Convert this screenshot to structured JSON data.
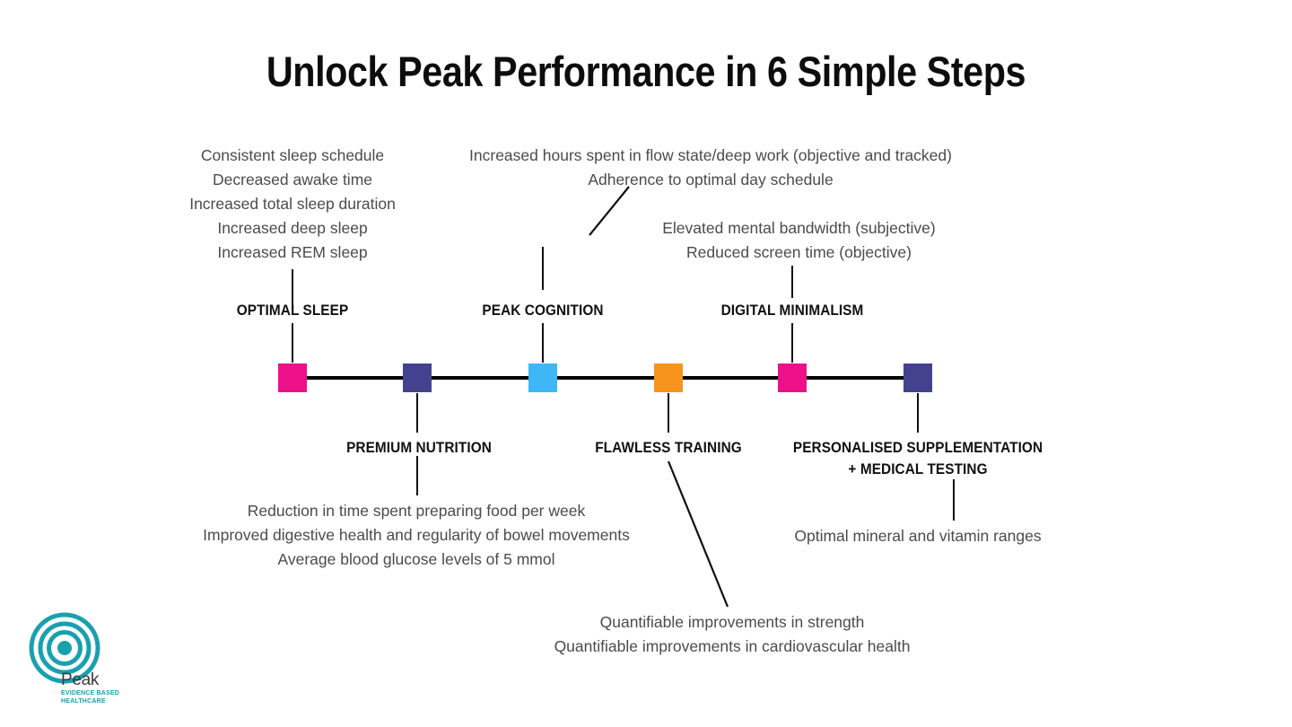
{
  "page": {
    "title": "Unlock Peak Performance in 6 Simple Steps",
    "background_color": "#ffffff",
    "axis_color": "#000000",
    "body_text_color": "#4b4b4b",
    "heading_text_color": "#0d0d0d"
  },
  "chart_data": {
    "type": "timeline",
    "title": "Unlock Peak Performance in 6 Simple Steps",
    "orientation": "horizontal",
    "marker_count": 6,
    "steps": [
      {
        "index": 1,
        "label": "OPTIMAL SLEEP",
        "color": "#ec1089",
        "side": "above",
        "outcomes": [
          "Consistent sleep schedule",
          "Decreased awake time",
          "Increased total sleep duration",
          "Increased deep sleep",
          "Increased REM sleep"
        ]
      },
      {
        "index": 2,
        "label": "PREMIUM NUTRITION",
        "color": "#44428f",
        "side": "below",
        "outcomes": [
          "Reduction in time spent preparing food per week",
          "Improved digestive health and regularity of bowel movements",
          "Average blood glucose levels of 5 mmol"
        ]
      },
      {
        "index": 3,
        "label": "PEAK COGNITION",
        "color": "#3fb6f5",
        "side": "above",
        "outcomes": [
          "Increased hours spent in flow state/deep work (objective and tracked)",
          "Adherence to optimal day schedule"
        ]
      },
      {
        "index": 4,
        "label": "FLAWLESS TRAINING",
        "color": "#f7941e",
        "side": "below",
        "outcomes": [
          "Quantifiable improvements in strength",
          "Quantifiable improvements in cardiovascular health"
        ]
      },
      {
        "index": 5,
        "label": "DIGITAL MINIMALISM",
        "color": "#ec1089",
        "side": "above",
        "outcomes": [
          "Elevated mental bandwidth (subjective)",
          "Reduced screen time (objective)"
        ]
      },
      {
        "index": 6,
        "label": "PERSONALISED SUPPLEMENTATION\n+ MEDICAL TESTING",
        "color": "#44428f",
        "side": "below",
        "outcomes": [
          "Optimal mineral and vitamin ranges"
        ]
      }
    ]
  },
  "logo": {
    "name": "Peak",
    "tagline": "EVIDENCE BASED\nHEALTHCARE",
    "ring_color": "#1aa0ad",
    "name_color": "#3b3b3b"
  }
}
